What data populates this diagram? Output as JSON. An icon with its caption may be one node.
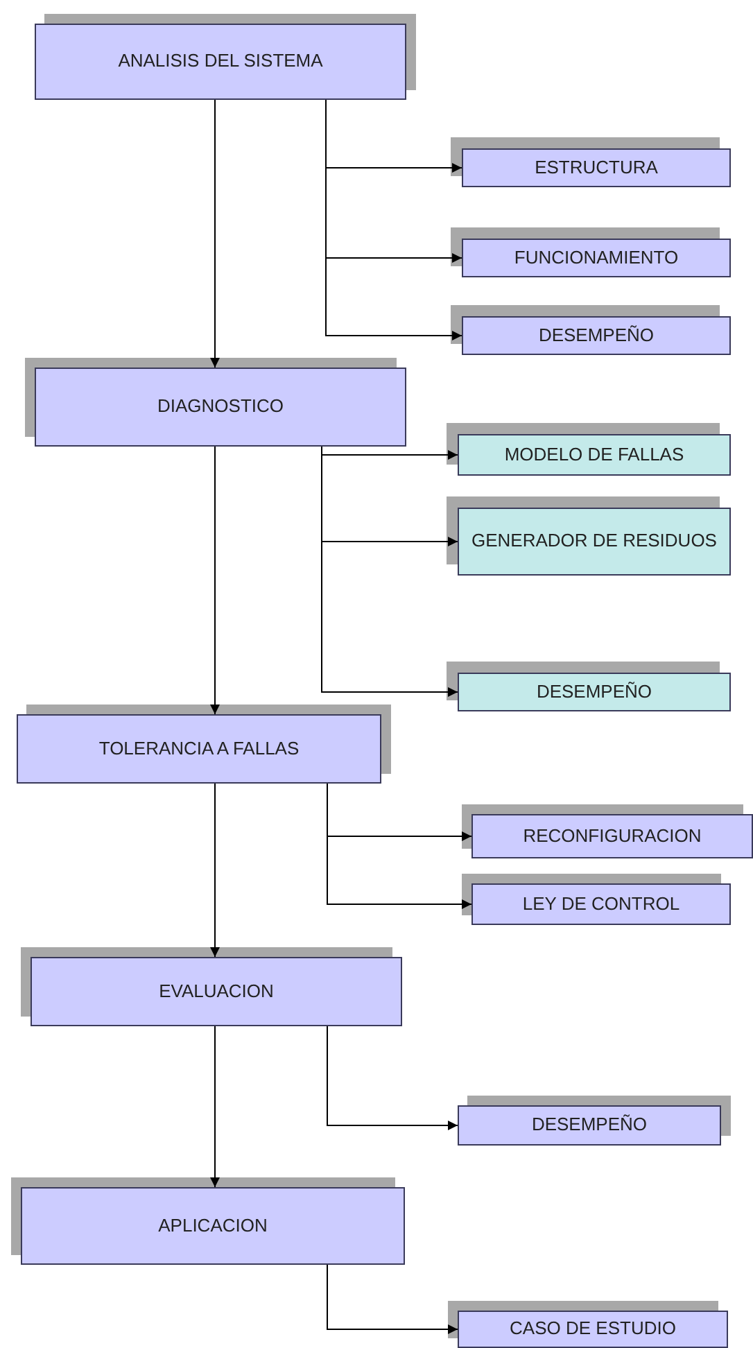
{
  "diagram": {
    "nodes": [
      {
        "text": [
          "ANALISIS DEL SISTEMA"
        ]
      },
      {
        "text": [
          "ESTRUCTURA"
        ]
      },
      {
        "text": [
          "FUNCIONAMIENTO"
        ]
      },
      {
        "text": [
          "DESEMPEÑO"
        ]
      },
      {
        "text": [
          "DIAGNOSTICO"
        ]
      },
      {
        "text": [
          "MODELO DE FALLAS"
        ]
      },
      {
        "text": [
          "GENERADOR DE RESIDUOS"
        ]
      },
      {
        "text": [
          "DESEMPEÑO"
        ]
      },
      {
        "text": [
          "TOLERANCIA A FALLAS"
        ]
      },
      {
        "text": [
          "RECONFIGURACION"
        ]
      },
      {
        "text": [
          "LEY DE CONTROL"
        ]
      },
      {
        "text": [
          "EVALUACION"
        ]
      },
      {
        "text": [
          "DESEMPEÑO"
        ]
      },
      {
        "text": [
          "APLICACION"
        ]
      },
      {
        "text": [
          "CASO DE ESTUDIO"
        ]
      }
    ],
    "edges": [
      {
        "from": 0,
        "to": 4,
        "arrow": "to"
      },
      {
        "from": 0,
        "to": 1,
        "arrow": "to"
      },
      {
        "from": 0,
        "to": 2,
        "arrow": "to"
      },
      {
        "from": 0,
        "to": 3,
        "arrow": "to"
      },
      {
        "from": 4,
        "to": 8,
        "arrow": "to"
      },
      {
        "from": 4,
        "to": 5,
        "arrow": "to"
      },
      {
        "from": 4,
        "to": 6,
        "arrow": "to"
      },
      {
        "from": 4,
        "to": 7,
        "arrow": "to"
      },
      {
        "from": 8,
        "to": 11,
        "arrow": "to"
      },
      {
        "from": 8,
        "to": 9,
        "arrow": "to"
      },
      {
        "from": 8,
        "to": 10,
        "arrow": "to"
      },
      {
        "from": 11,
        "to": 13,
        "arrow": "to"
      },
      {
        "from": 11,
        "to": 12,
        "arrow": "to"
      },
      {
        "from": 13,
        "to": 14,
        "arrow": "to"
      }
    ]
  }
}
